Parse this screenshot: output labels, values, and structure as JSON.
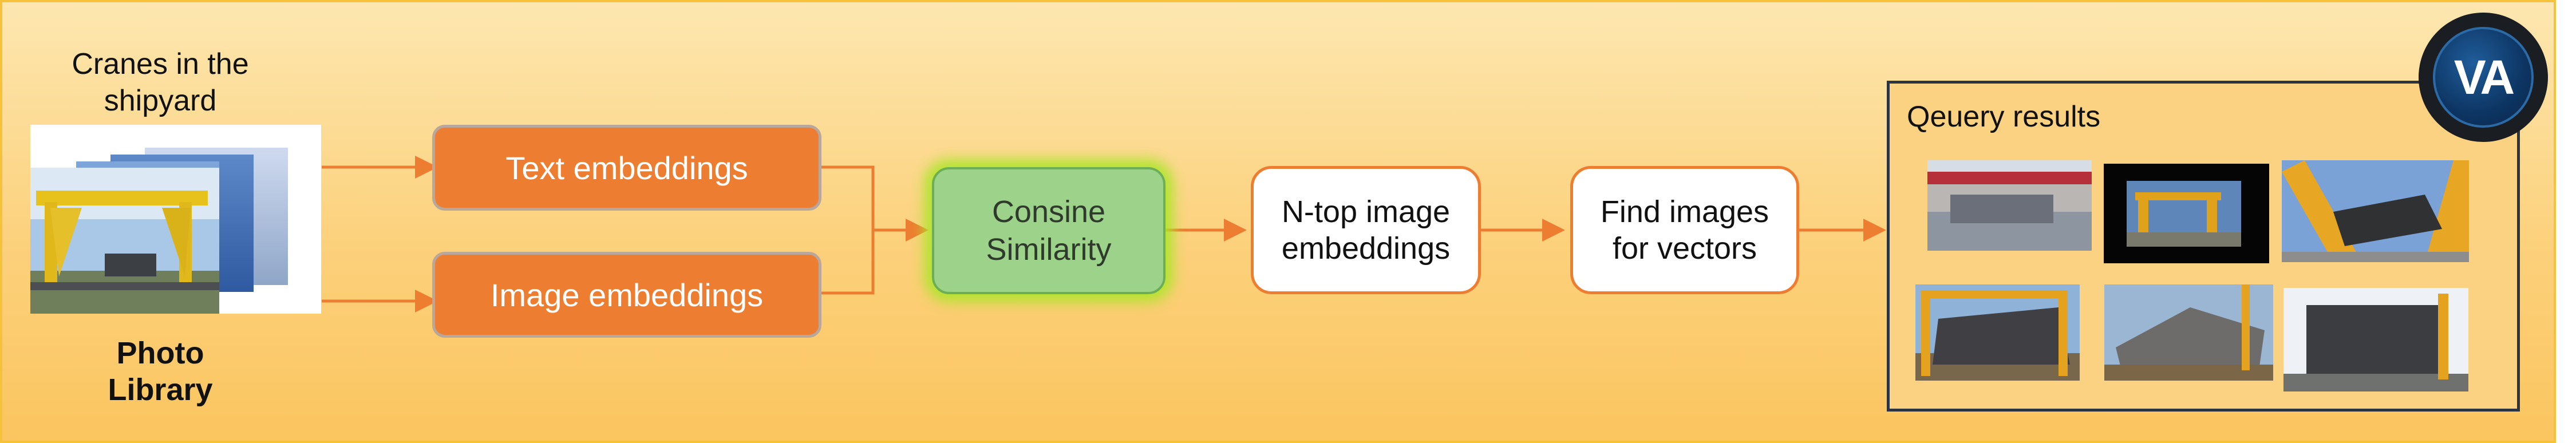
{
  "source": {
    "caption": "Cranes in the shipyard",
    "library_label": "Photo Library"
  },
  "embeddings": {
    "text": "Text embeddings",
    "image": "Image embeddings"
  },
  "similarity": "Consine Similarity",
  "ntop": "N-top image embeddings",
  "find": "Find images for vectors",
  "results": {
    "title": "Qeuery results"
  },
  "logo": {
    "text": "VA"
  },
  "colors": {
    "accent": "#ed7d31",
    "background": "#fcd17c",
    "similarity": "#9cd28a",
    "frame": "#2b3440"
  }
}
